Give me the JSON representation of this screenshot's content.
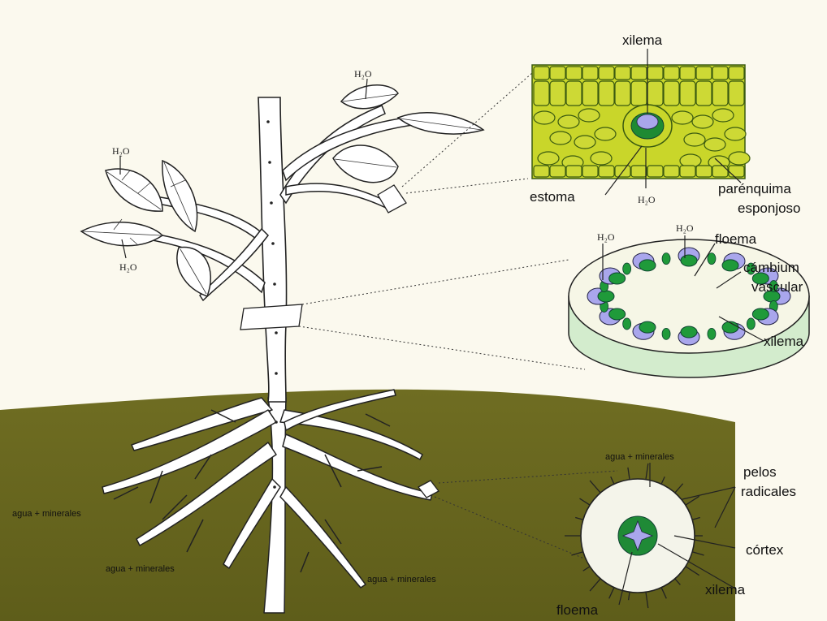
{
  "colors": {
    "background": "#fbf9ee",
    "soil": "#6b6a1f",
    "plant_fill": "#ffffff",
    "leaf_tissue": "#c6d41a",
    "phloem": "#1f9a3a",
    "xylem": "#b8b6f0",
    "stem_side": "#cfe8c8"
  },
  "labels": {
    "h2o": "H₂O",
    "xilema": "xilema",
    "estoma": "estoma",
    "parenquima_line1": "parénquima",
    "parenquima_line2": "esponjoso",
    "floema": "floema",
    "cambium_line1": "cámbium",
    "cambium_line2": "vascular",
    "pelos_line1": "pelos",
    "pelos_line2": "radicales",
    "cortex": "córtex",
    "agua_minerales": "agua + minerales"
  }
}
